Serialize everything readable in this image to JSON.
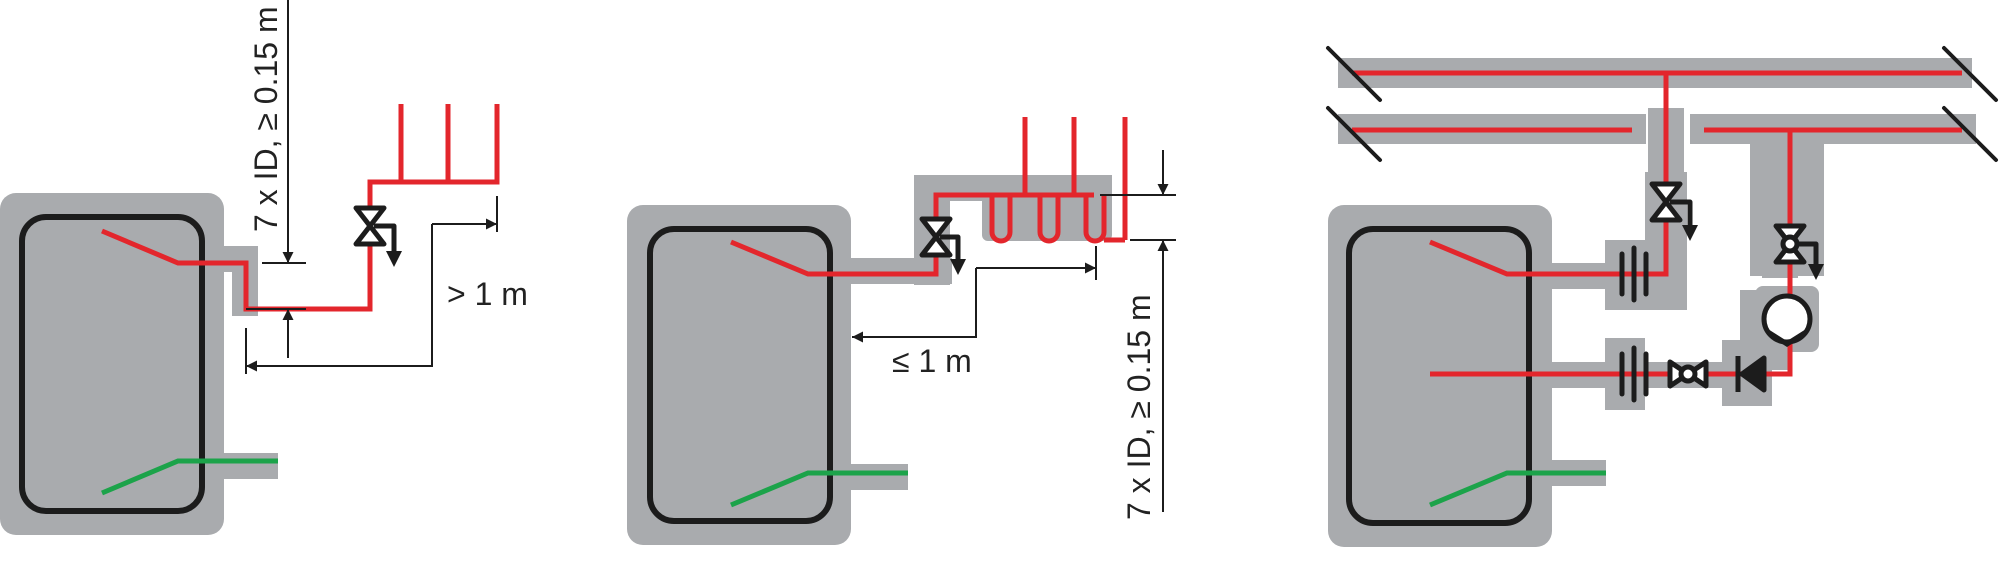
{
  "colors": {
    "housing": "#a9abae",
    "outline": "#1c1c1c",
    "flow": "#e3262c",
    "return": "#1ca34a",
    "dim": "#1c1c1c"
  },
  "panel1": {
    "label_height": "7 x ID, ≥ 0.15 m",
    "label_length": "> 1 m"
  },
  "panel2": {
    "label_length": "≤ 1 m",
    "label_height": "7 x ID, ≥ 0.15 m"
  }
}
